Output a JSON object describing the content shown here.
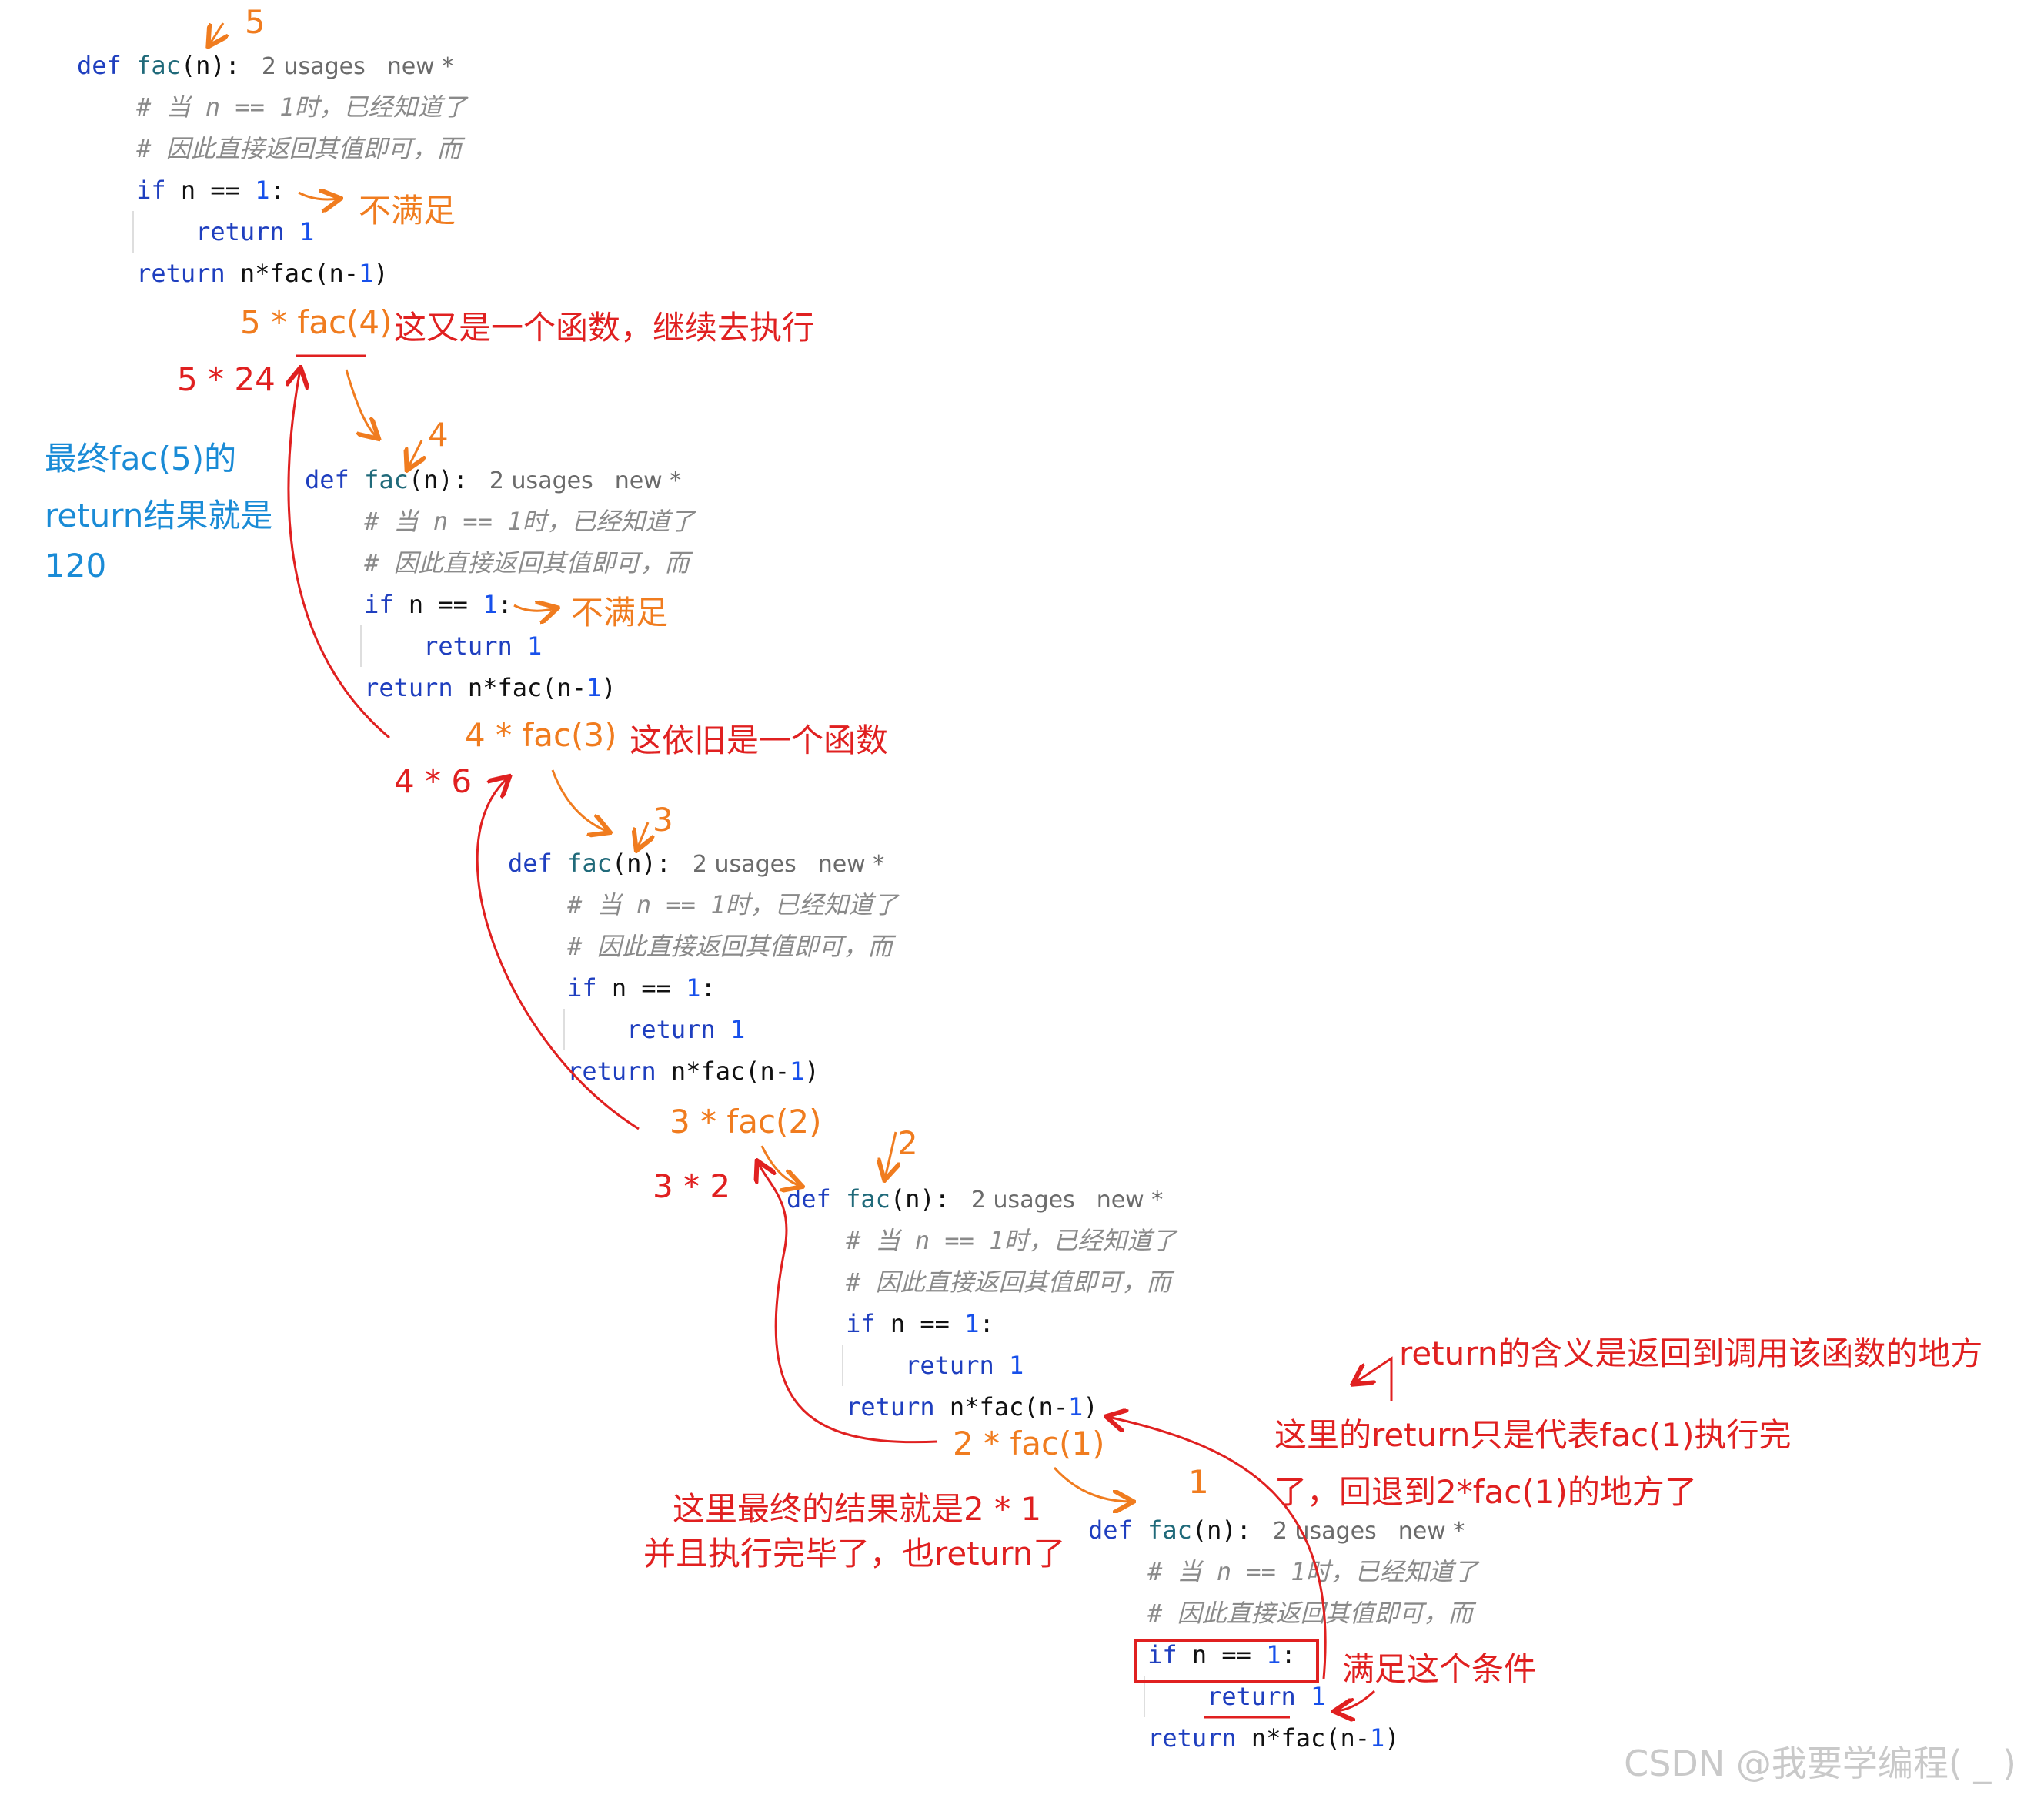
{
  "code": {
    "def_kw": "def",
    "fname": "fac",
    "sig_rest": "(n):",
    "usages": "2 usages",
    "new_mark": "new *",
    "comment1": "# 当 n == 1时，已经知道了",
    "comment2": "# 因此直接返回其值即可，而",
    "if_kw": "if",
    "if_cond": " n == ",
    "one": "1",
    "colon": ":",
    "return_kw": "return",
    "return_one": " 1",
    "return_rec": " n*fac(n-",
    "close_paren": ")"
  },
  "annotations": {
    "n5": "5",
    "n4": "4",
    "n3": "3",
    "n2": "2",
    "n1": "1",
    "not_satisfied": "不满足",
    "call4": "5 * fac(4)",
    "call4_note": "这又是一个函数，继续去执行",
    "result5": "5 * 24",
    "final_note_line1": "最终fac(5)的",
    "final_note_line2": "return结果就是",
    "final_note_line3": "120",
    "call3": "4 * fac(3)",
    "call3_note": "这依旧是一个函数",
    "result4": "4 * 6",
    "call2": "3 * fac(2)",
    "result3": "3 * 2",
    "call1": "2 * fac(1)",
    "result2_line1": "这里最终的结果就是2 * 1",
    "result2_line2": "并且执行完毕了，也return了",
    "satisfied": "满足这个条件",
    "return_meaning": "return的含义是返回到调用该函数的地方",
    "return_here_line1": "这里的return只是代表fac(1)执行完",
    "return_here_line2": "了，回退到2*fac(1)的地方了"
  },
  "watermark": "CSDN @我要学编程( _ )",
  "colors": {
    "orange": "#f07c1f",
    "red": "#e02020",
    "blue": "#1a8bd6",
    "keyword": "#1f3fbf"
  }
}
